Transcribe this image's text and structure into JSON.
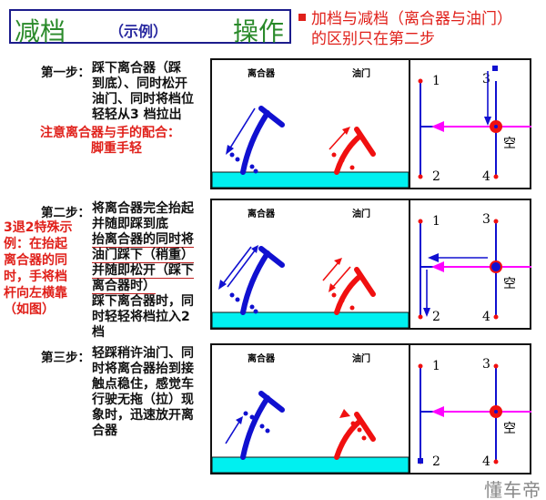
{
  "header": {
    "title_main": "减档",
    "title_sub": "（示例）",
    "title_op": "操作",
    "note_lines": [
      "加档与减档（离合器与油门）",
      "的区别只在第二步"
    ]
  },
  "panel_labels": {
    "clutch": "离合器",
    "throttle": "油门",
    "neutral": "空",
    "gears": [
      "1",
      "2",
      "3",
      "4"
    ]
  },
  "steps": [
    {
      "label": "第一步：",
      "lines": [
        "踩下离合器（踩",
        "到底）、同时松开",
        "油门、同时将档位",
        "轻轻从3 档拉出"
      ],
      "note_lines": [
        "注意离合器与手的配合：",
        "脚重手轻"
      ]
    },
    {
      "label": "第二步：",
      "lines": [
        "将离合器完全抬起",
        "并随即踩到底",
        "抬离合器的同时将",
        "油门踩下（稍重）",
        "并随即松开（踩下",
        "离合器时）",
        "踩下离合器时，同",
        "时轻轻将档拉入2",
        "档"
      ],
      "side_note_lines": [
        "3退2特殊示",
        "例：在抬起",
        "离合器的同",
        "时，手将档",
        "杆向左横靠",
        "（如图）"
      ]
    },
    {
      "label": "第三步：",
      "lines": [
        "轻踩稍许油门、同",
        "时将离合器抬到接",
        "触点稳住，感觉车",
        "行驶无拖（拉）现",
        "象时，迅速放开离",
        "合器"
      ]
    }
  ],
  "watermark": "懂车帝",
  "colors": {
    "clutch": "#1010d0",
    "throttle": "#f01010",
    "floor": "#00f0f0",
    "shift": "#ff00ff",
    "title": "#2a8a2a",
    "note": "#e0201a"
  }
}
